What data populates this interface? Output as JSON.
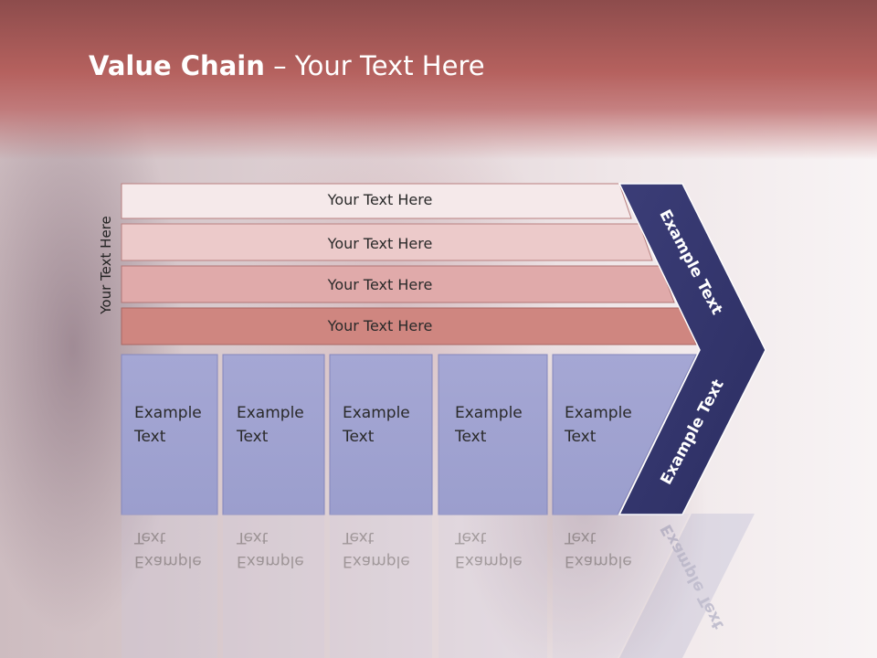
{
  "slide": {
    "title_bold": "Value Chain",
    "title_rest": " – Your Text Here",
    "side_label": "Your Text Here",
    "bars": [
      {
        "label": "Your Text Here"
      },
      {
        "label": "Your Text Here"
      },
      {
        "label": "Your Text Here"
      },
      {
        "label": "Your Text Here"
      }
    ],
    "boxes": [
      {
        "line1": "Example",
        "line2": "Text"
      },
      {
        "line1": "Example",
        "line2": "Text"
      },
      {
        "line1": "Example",
        "line2": "Text"
      },
      {
        "line1": "Example",
        "line2": "Text"
      },
      {
        "line1": "Example",
        "line2": "Text"
      }
    ],
    "chevrons": [
      {
        "label": "Example Text"
      },
      {
        "label": "Example Text"
      }
    ],
    "colors": {
      "header": "#b5615e",
      "bar_1": "#f5e9ea",
      "bar_2": "#eccaca",
      "bar_3": "#e0aaaa",
      "bar_4": "#cf8680",
      "boxes": "#a1a3d1",
      "chevron": "#33356c"
    }
  }
}
